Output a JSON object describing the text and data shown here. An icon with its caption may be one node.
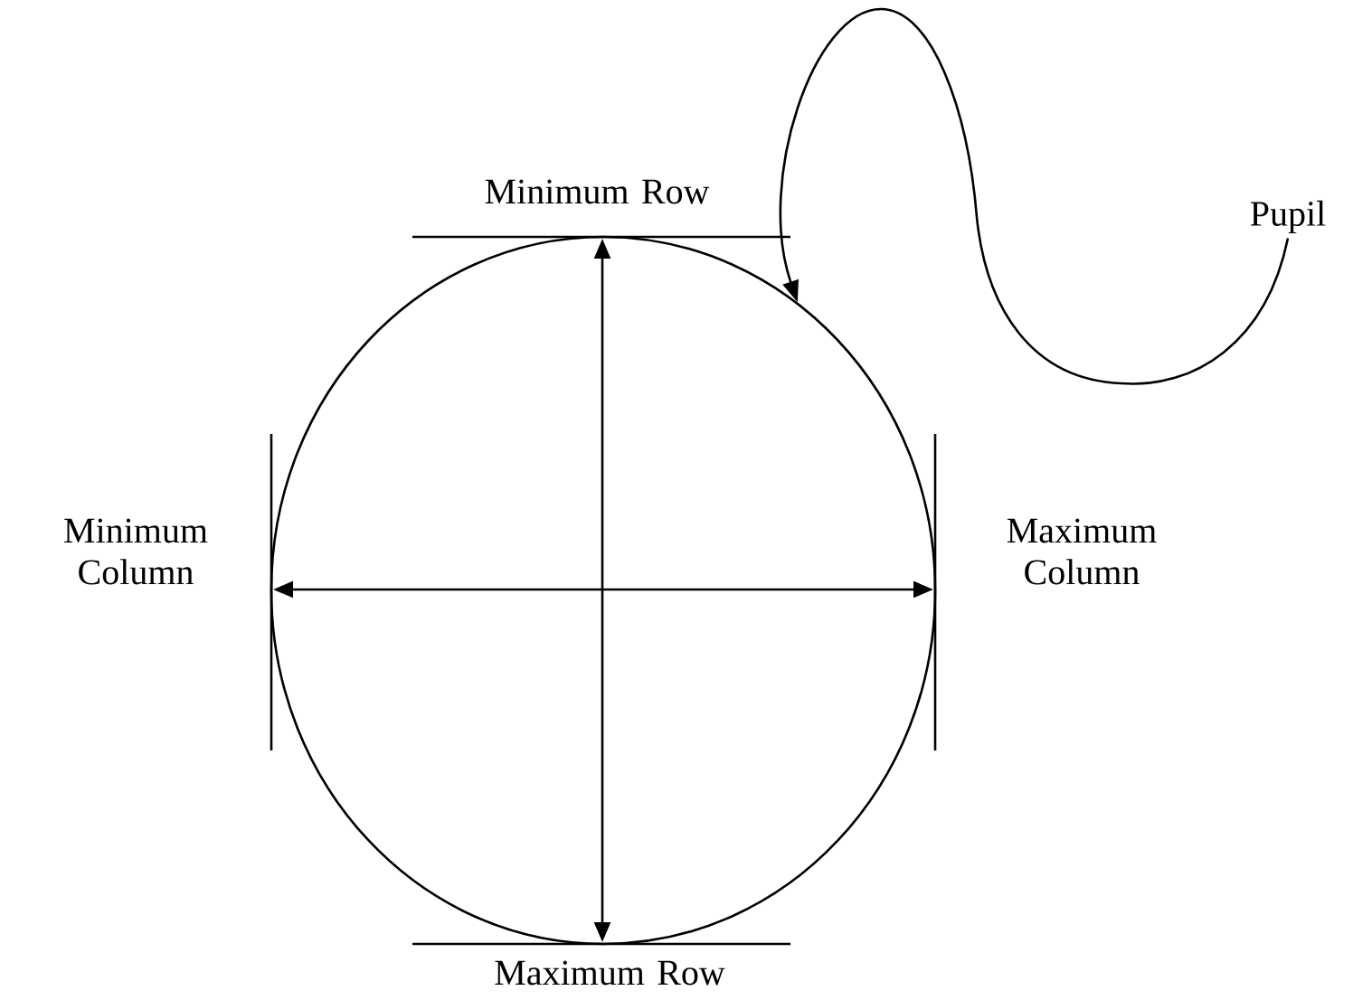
{
  "diagram": {
    "nodes": [
      {
        "text": [
          "Pupil"
        ]
      },
      {
        "text": [],
        "shape": "circle"
      }
    ],
    "edges": [
      {
        "from": 0,
        "to": 1,
        "arrow": "to"
      }
    ],
    "labels": [
      "Minimum Row",
      "Minimum Column",
      "Maximum Column",
      "Maximum Row"
    ]
  }
}
